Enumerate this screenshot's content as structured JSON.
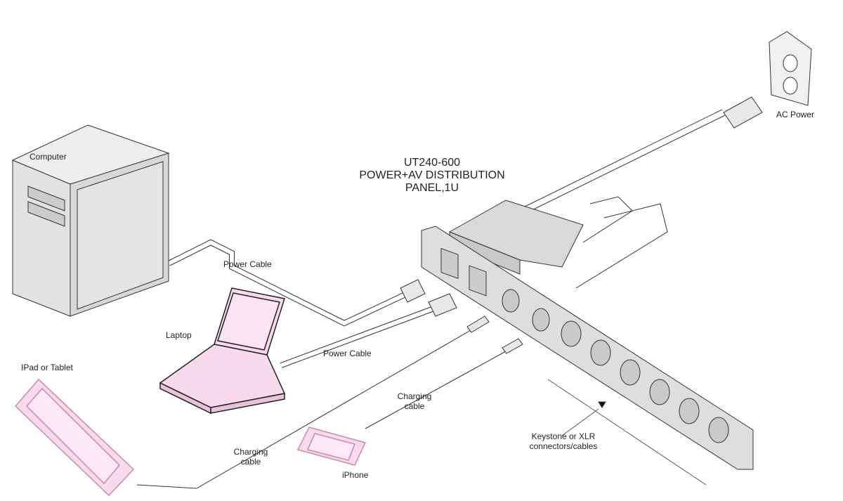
{
  "title": {
    "line1": "UT240-600",
    "line2": "POWER+AV DISTRIBUTION",
    "line3": "PANEL,1U"
  },
  "labels": {
    "computer": "Computer",
    "ipad": "IPad or Tablet",
    "laptop": "Laptop",
    "power_cable_1": "Power Cable",
    "power_cable_2": "Power Cable",
    "charging_cable_top_1": "Charging",
    "charging_cable_top_2": "cable",
    "charging_cable_bottom_1": "Charging",
    "charging_cable_bottom_2": "cable",
    "iphone": "iPhone",
    "ac_power": "AC Power",
    "keystone_1": "Keystone or XLR",
    "keystone_2": "connectors/cables"
  },
  "colors": {
    "device_pink": "#f9d9ec",
    "panel_gray": "#d9d9d9",
    "line": "#333333"
  }
}
